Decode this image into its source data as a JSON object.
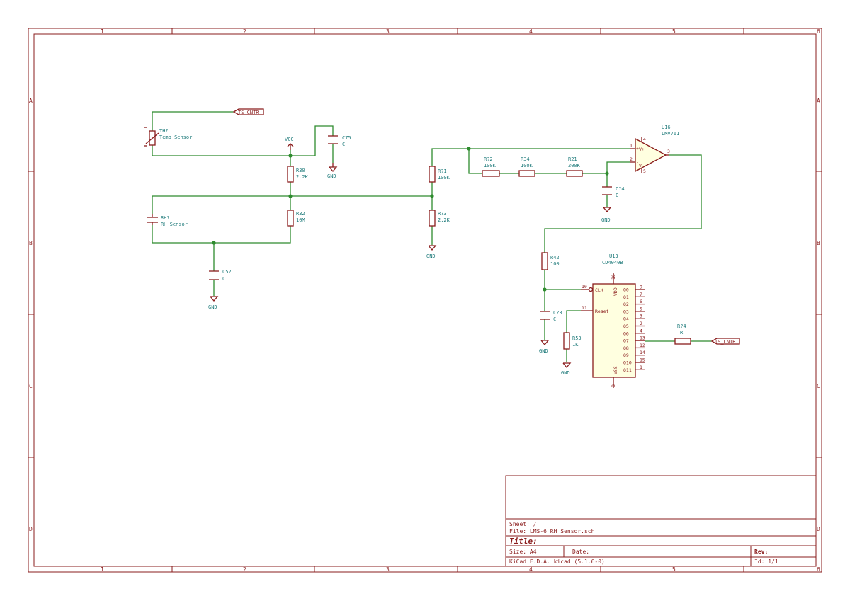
{
  "frame": {
    "columns": [
      "1",
      "2",
      "3",
      "4",
      "5",
      "6"
    ],
    "rows": [
      "A",
      "B",
      "C",
      "D"
    ]
  },
  "components": {
    "th": {
      "ref": "TH?",
      "value": "Temp Sensor"
    },
    "c75": {
      "ref": "C75",
      "value": "C"
    },
    "r30": {
      "ref": "R30",
      "value": "2.2K"
    },
    "r32": {
      "ref": "R32",
      "value": "10M"
    },
    "rh": {
      "ref": "RH?",
      "value": "RH Sensor"
    },
    "c52": {
      "ref": "C52",
      "value": "C"
    },
    "r71": {
      "ref": "R?1",
      "value": "100K"
    },
    "r73": {
      "ref": "R?3",
      "value": "2.2K"
    },
    "r72": {
      "ref": "R?2",
      "value": "100K"
    },
    "r34": {
      "ref": "R34",
      "value": "100K"
    },
    "r21": {
      "ref": "R21",
      "value": "200K"
    },
    "c74": {
      "ref": "C?4",
      "value": "C"
    },
    "u16": {
      "ref": "U16",
      "value": "LMV761"
    },
    "r42": {
      "ref": "R42",
      "value": "100"
    },
    "c73": {
      "ref": "C?3",
      "value": "C"
    },
    "r53": {
      "ref": "R53",
      "value": "1K"
    },
    "u13": {
      "ref": "U13",
      "value": "CD4040B"
    },
    "r74": {
      "ref": "R?4",
      "value": "R"
    }
  },
  "power": {
    "vcc": "VCC",
    "gnd": "GND"
  },
  "labels": {
    "ts_cntr": "TS_CNTR"
  },
  "opamp_pins": {
    "p1": "1",
    "p2": "2",
    "p3": "3",
    "p4": "4",
    "p5": "5",
    "vplus": "V+",
    "vminus": "V-",
    "plus": "+",
    "minus": "-"
  },
  "u13_pins": {
    "vdd_num": "16",
    "vdd": "VDD",
    "vss_num": "8",
    "vss": "VSS",
    "clk_num": "10",
    "clk": "CLK",
    "reset_num": "11",
    "reset": "Reset",
    "outputs": [
      {
        "name": "Q0",
        "num": "9"
      },
      {
        "name": "Q1",
        "num": "7"
      },
      {
        "name": "Q2",
        "num": "6"
      },
      {
        "name": "Q3",
        "num": "5"
      },
      {
        "name": "Q4",
        "num": "3"
      },
      {
        "name": "Q5",
        "num": "2"
      },
      {
        "name": "Q6",
        "num": "4"
      },
      {
        "name": "Q7",
        "num": "13"
      },
      {
        "name": "Q8",
        "num": "12"
      },
      {
        "name": "Q9",
        "num": "14"
      },
      {
        "name": "Q10",
        "num": "15"
      },
      {
        "name": "Q11",
        "num": "1"
      }
    ]
  },
  "title_block": {
    "sheet": "Sheet: /",
    "file": "File: LMS-6 RH Sensor.sch",
    "title": "Title:",
    "size": "Size: A4",
    "date": "Date:",
    "rev": "Rev:",
    "tool": "KiCad E.D.A.  kicad (5.1.6-0)",
    "id": "Id: 1/1"
  }
}
